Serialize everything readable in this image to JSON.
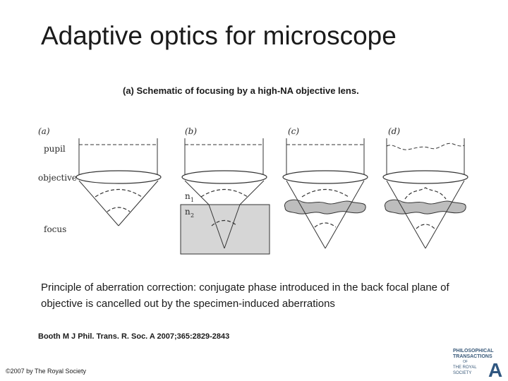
{
  "slide": {
    "title": "Adaptive optics for microscope",
    "subtitle": "(a) Schematic of focusing by a high-NA objective lens.",
    "caption": "Principle of aberration correction: conjugate phase introduced in the back focal plane of objective is cancelled out by the specimen-induced aberrations",
    "citation": "Booth M J Phil. Trans. R. Soc. A 2007;365:2829-2843",
    "copyright": "©2007 by The Royal Society"
  },
  "figure": {
    "labels": {
      "pupil": "pupil",
      "objective": "objective",
      "focus": "focus",
      "n1": "n",
      "n1_sub": "1",
      "n2": "n",
      "n2_sub": "2"
    },
    "panels": [
      "(a)",
      "(b)",
      "(c)",
      "(d)"
    ]
  },
  "logo": {
    "line1": "PHILOSOPHICAL",
    "line2": "TRANSACTIONS",
    "line3": "OF",
    "line4": "THE ROYAL",
    "line5": "SOCIETY",
    "mark": "A"
  }
}
